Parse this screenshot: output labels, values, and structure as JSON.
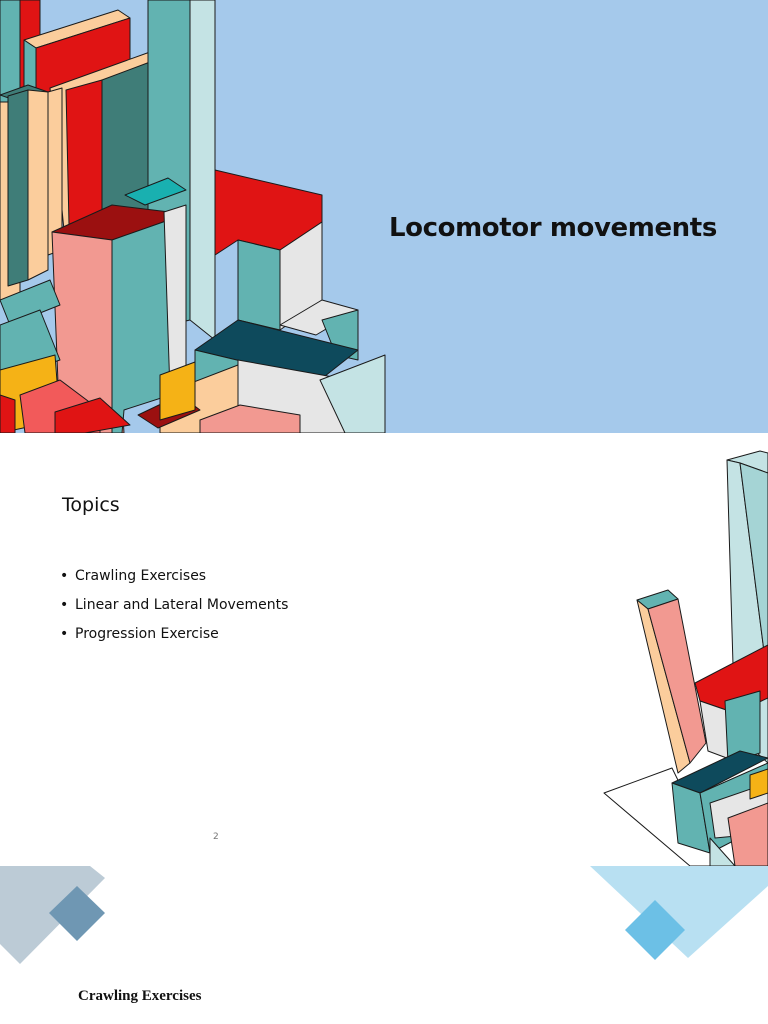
{
  "slide1": {
    "title": "Locomotor movements"
  },
  "slide2": {
    "heading": "Topics",
    "bullet_glyph": "•",
    "topics": [
      "Crawling Exercises",
      "Linear and Lateral Movements",
      "Progression Exercise"
    ],
    "page_number": "2"
  },
  "slide3": {
    "title": "Crawling Exercises"
  },
  "colors": {
    "slide1_background": "#a5c9eb",
    "teal": "#62b3b1",
    "red": "#e01414",
    "salmon": "#f29991",
    "peach": "#fbcd9c",
    "light_blue_diamond": "#6cc0e6"
  }
}
